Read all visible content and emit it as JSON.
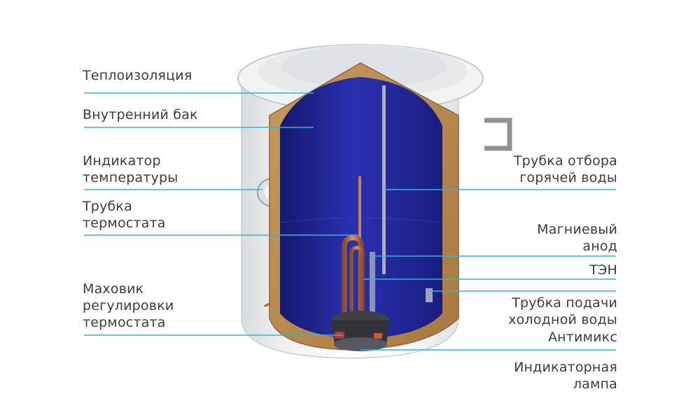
{
  "labels": {
    "insulation": "Теплоизоляция",
    "inner_tank": "Внутренний бак",
    "temp_indicator": "Индикатор\nтемпературы",
    "thermostat_tube": "Трубка\nтермостата",
    "thermostat_knob": "Маховик\nрегулировки\nтермостата",
    "hot_water_tube": "Трубка отбора\nгорячей воды",
    "magnesium_anode": "Магниевый\nанод",
    "heating_element": "ТЭН",
    "cold_water_tube": "Трубка подачи\nхолодной воды",
    "antimix": "Антимикс",
    "indicator_lamp": "Индикаторная\nлампа"
  },
  "colors": {
    "leader_line": "#2fb6d6",
    "insulation": "#b88a4e",
    "inner_tank": "#23279a",
    "shell": "#eef0f2",
    "copper": "#c6773f",
    "text": "#3c3c3c"
  }
}
